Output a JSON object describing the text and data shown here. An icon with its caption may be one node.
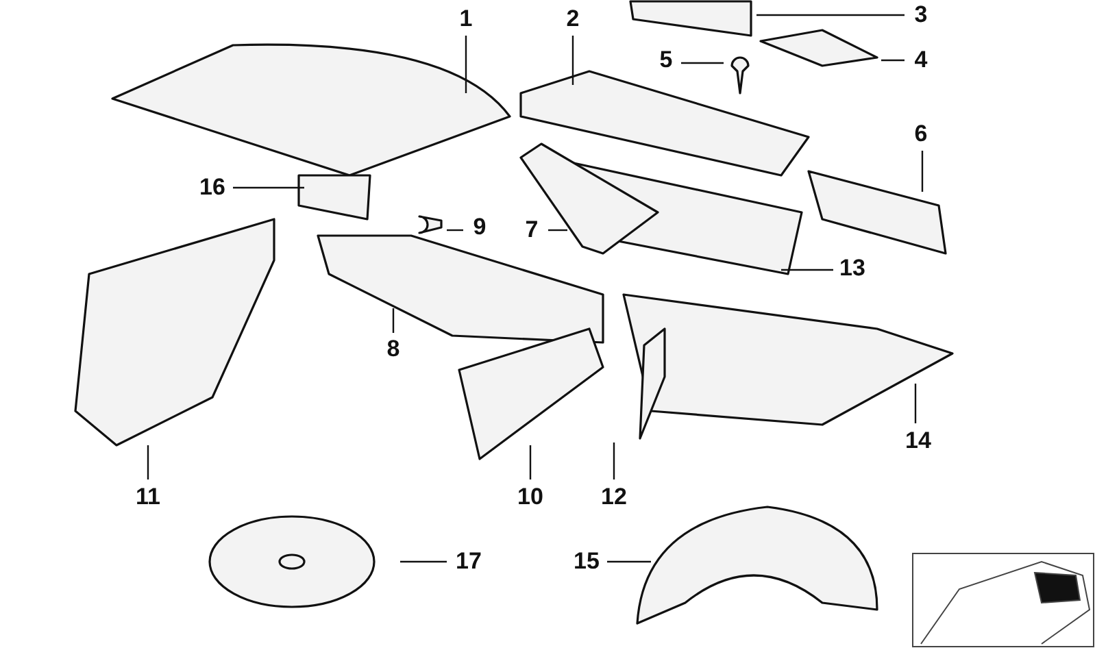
{
  "diagram": {
    "nodes": [
      {
        "text": [
          "1"
        ]
      },
      {
        "text": [
          "2"
        ]
      },
      {
        "text": [
          "3"
        ]
      },
      {
        "text": [
          "4"
        ]
      },
      {
        "text": [
          "5"
        ]
      },
      {
        "text": [
          "6"
        ]
      },
      {
        "text": [
          "7"
        ]
      },
      {
        "text": [
          "8"
        ]
      },
      {
        "text": [
          "9"
        ]
      },
      {
        "text": [
          "10"
        ]
      },
      {
        "text": [
          "11"
        ]
      },
      {
        "text": [
          "12"
        ]
      },
      {
        "text": [
          "13"
        ]
      },
      {
        "text": [
          "14"
        ]
      },
      {
        "text": [
          "15"
        ]
      },
      {
        "text": [
          "16"
        ]
      },
      {
        "text": [
          "17"
        ]
      }
    ],
    "edges": [
      {
        "from": 0,
        "to": null,
        "arrow": "none"
      },
      {
        "from": 1,
        "to": null,
        "arrow": "none"
      },
      {
        "from": 2,
        "to": null,
        "arrow": "none"
      },
      {
        "from": 3,
        "to": null,
        "arrow": "none"
      },
      {
        "from": 4,
        "to": null,
        "arrow": "none"
      },
      {
        "from": 5,
        "to": null,
        "arrow": "none"
      },
      {
        "from": 6,
        "to": null,
        "arrow": "none"
      },
      {
        "from": 7,
        "to": null,
        "arrow": "none"
      },
      {
        "from": 8,
        "to": null,
        "arrow": "none"
      },
      {
        "from": 9,
        "to": null,
        "arrow": "none"
      },
      {
        "from": 10,
        "to": null,
        "arrow": "none"
      },
      {
        "from": 11,
        "to": null,
        "arrow": "none"
      },
      {
        "from": 12,
        "to": null,
        "arrow": "none"
      },
      {
        "from": 13,
        "to": null,
        "arrow": "none"
      },
      {
        "from": 14,
        "to": null,
        "arrow": "none"
      },
      {
        "from": 15,
        "to": null,
        "arrow": "none"
      },
      {
        "from": 16,
        "to": null,
        "arrow": "none"
      }
    ]
  }
}
